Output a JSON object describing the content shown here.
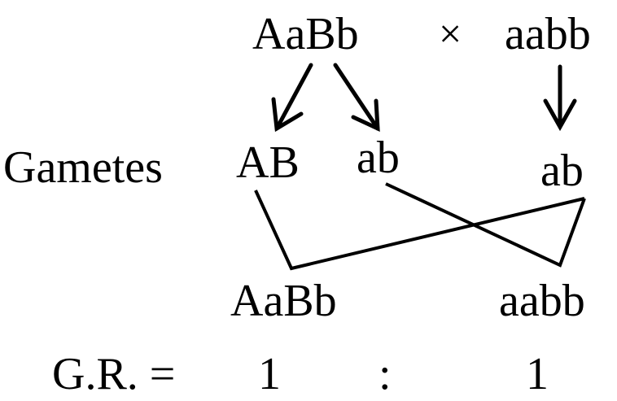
{
  "parents": {
    "left": "AaBb",
    "cross_symbol": "×",
    "right": "aabb"
  },
  "gametes": {
    "label": "Gametes",
    "left_1": "AB",
    "left_2": "ab",
    "right_1": "ab"
  },
  "offspring": {
    "left": "AaBb",
    "right": "aabb"
  },
  "ratio": {
    "label": "G.R. =",
    "left_value": "1",
    "separator": ":",
    "right_value": "1"
  },
  "colors": {
    "ink": "#000000",
    "background": "#ffffff"
  }
}
